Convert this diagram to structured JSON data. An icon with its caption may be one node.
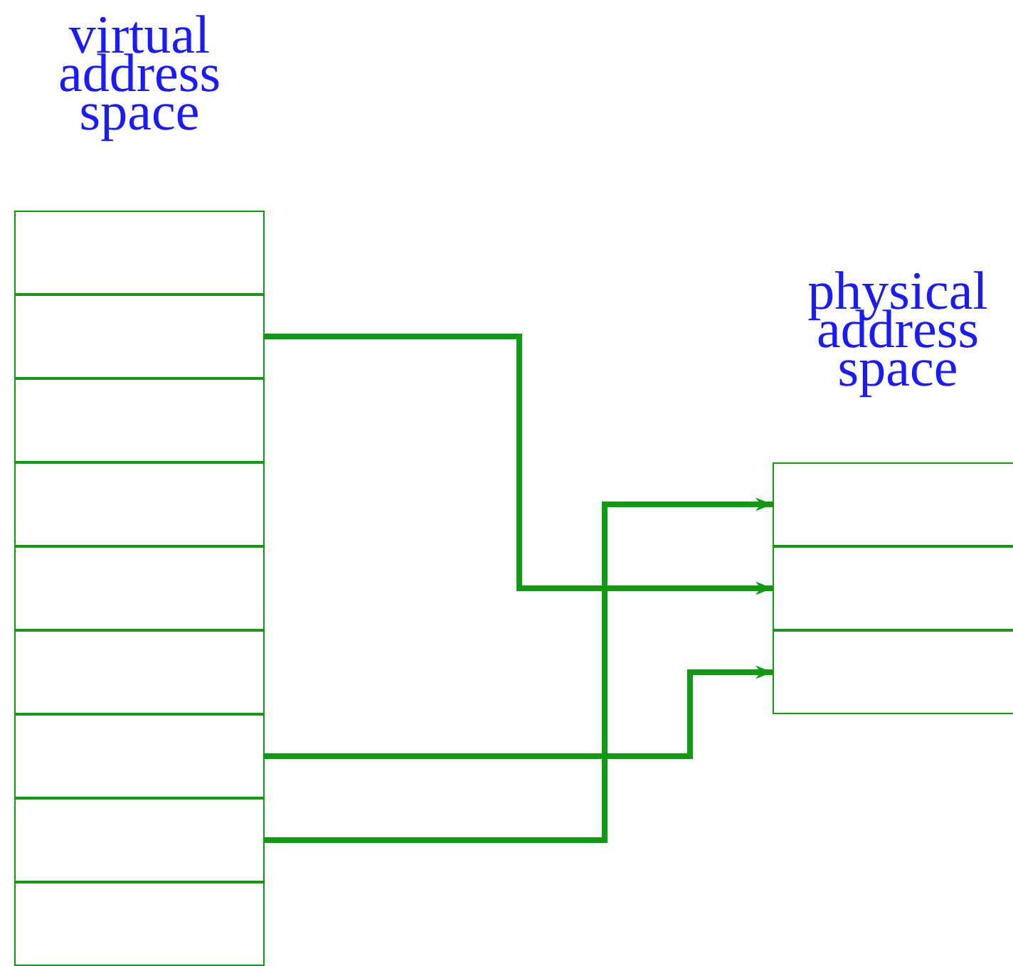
{
  "diagram": {
    "nodes": [
      {
        "text": [],
        "shape": "box"
      },
      {
        "text": [],
        "shape": "box"
      },
      {
        "text": [],
        "shape": "box"
      },
      {
        "text": [],
        "shape": "box"
      },
      {
        "text": [],
        "shape": "box"
      },
      {
        "text": [],
        "shape": "box"
      },
      {
        "text": [],
        "shape": "box"
      },
      {
        "text": [],
        "shape": "box"
      },
      {
        "text": [],
        "shape": "box"
      },
      {
        "text": [],
        "shape": "box"
      },
      {
        "text": [],
        "shape": "box"
      },
      {
        "text": [],
        "shape": "box"
      }
    ],
    "edges": [
      {
        "from": 1,
        "to": 10,
        "arrow": "to"
      },
      {
        "from": 6,
        "to": 11,
        "arrow": "to"
      },
      {
        "from": 7,
        "to": 9,
        "arrow": "to"
      }
    ],
    "labels": [
      "virtual address space",
      "physical address space"
    ]
  }
}
